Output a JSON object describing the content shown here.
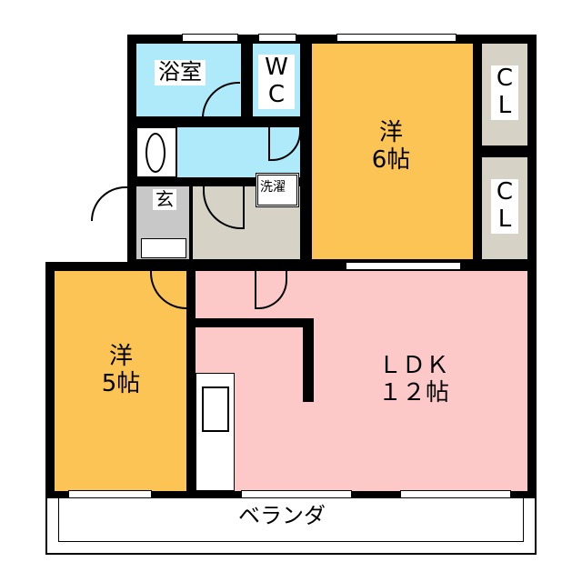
{
  "rooms": {
    "bath": "浴室",
    "wc_w": "W",
    "wc_c": "C",
    "laundry": "洗濯",
    "entrance": "玄",
    "western6_a": "洋",
    "western6_b": "6帖",
    "closet1_a": "C",
    "closet1_b": "L",
    "closet2_a": "C",
    "closet2_b": "L",
    "western5_a": "洋",
    "western5_b": "5帖",
    "ldk_a": "ＬＤＫ",
    "ldk_b": "１２帖",
    "veranda": "ベランダ"
  },
  "colors": {
    "wet": "#aeeafa",
    "western": "#fbc454",
    "ldk": "#fdc8c8",
    "hall": "#d6d3c6"
  }
}
